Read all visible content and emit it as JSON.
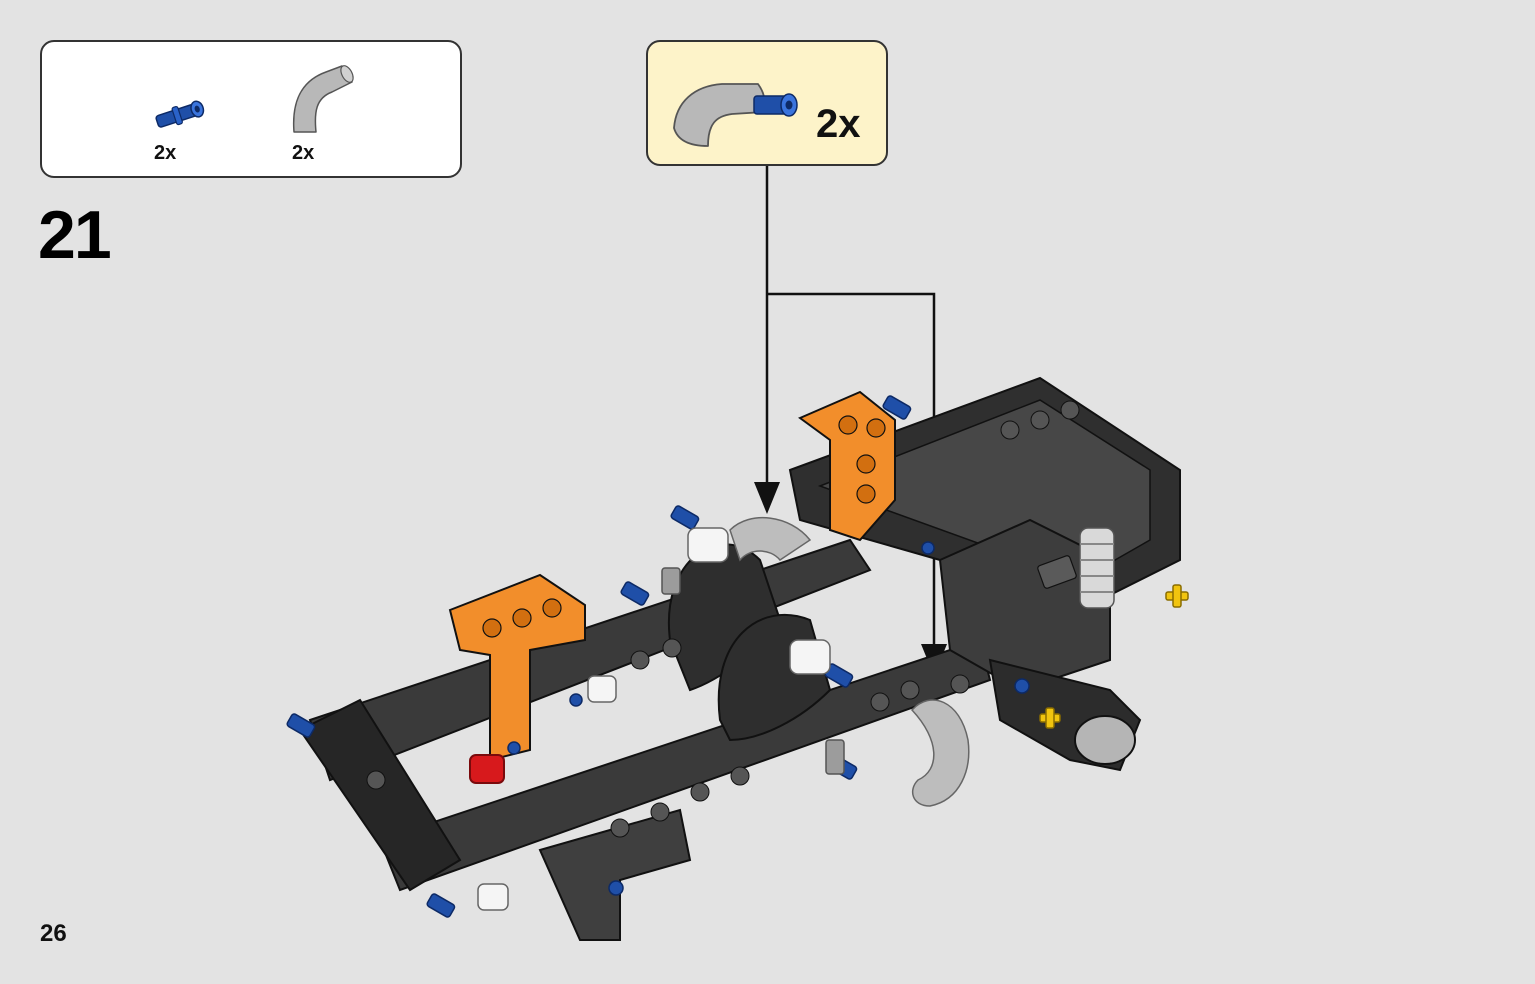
{
  "parts_list": {
    "items": [
      {
        "part": "blue-axle-pin-icon",
        "quantity": "2x"
      },
      {
        "part": "gray-curved-connector-icon",
        "quantity": "2x"
      }
    ]
  },
  "step": {
    "number": "21"
  },
  "callout": {
    "quantity": "2x",
    "background": "#fdf3c9"
  },
  "page": {
    "number": "26",
    "background": "#e3e3e3"
  },
  "colors": {
    "blue_pin": "#1f4fa8",
    "orange_beam": "#f28e2b",
    "dark_beam": "#2b2b2b",
    "gray_connector": "#b5b5b5",
    "red_part": "#d7191c",
    "yellow_axle": "#f1c40f"
  }
}
